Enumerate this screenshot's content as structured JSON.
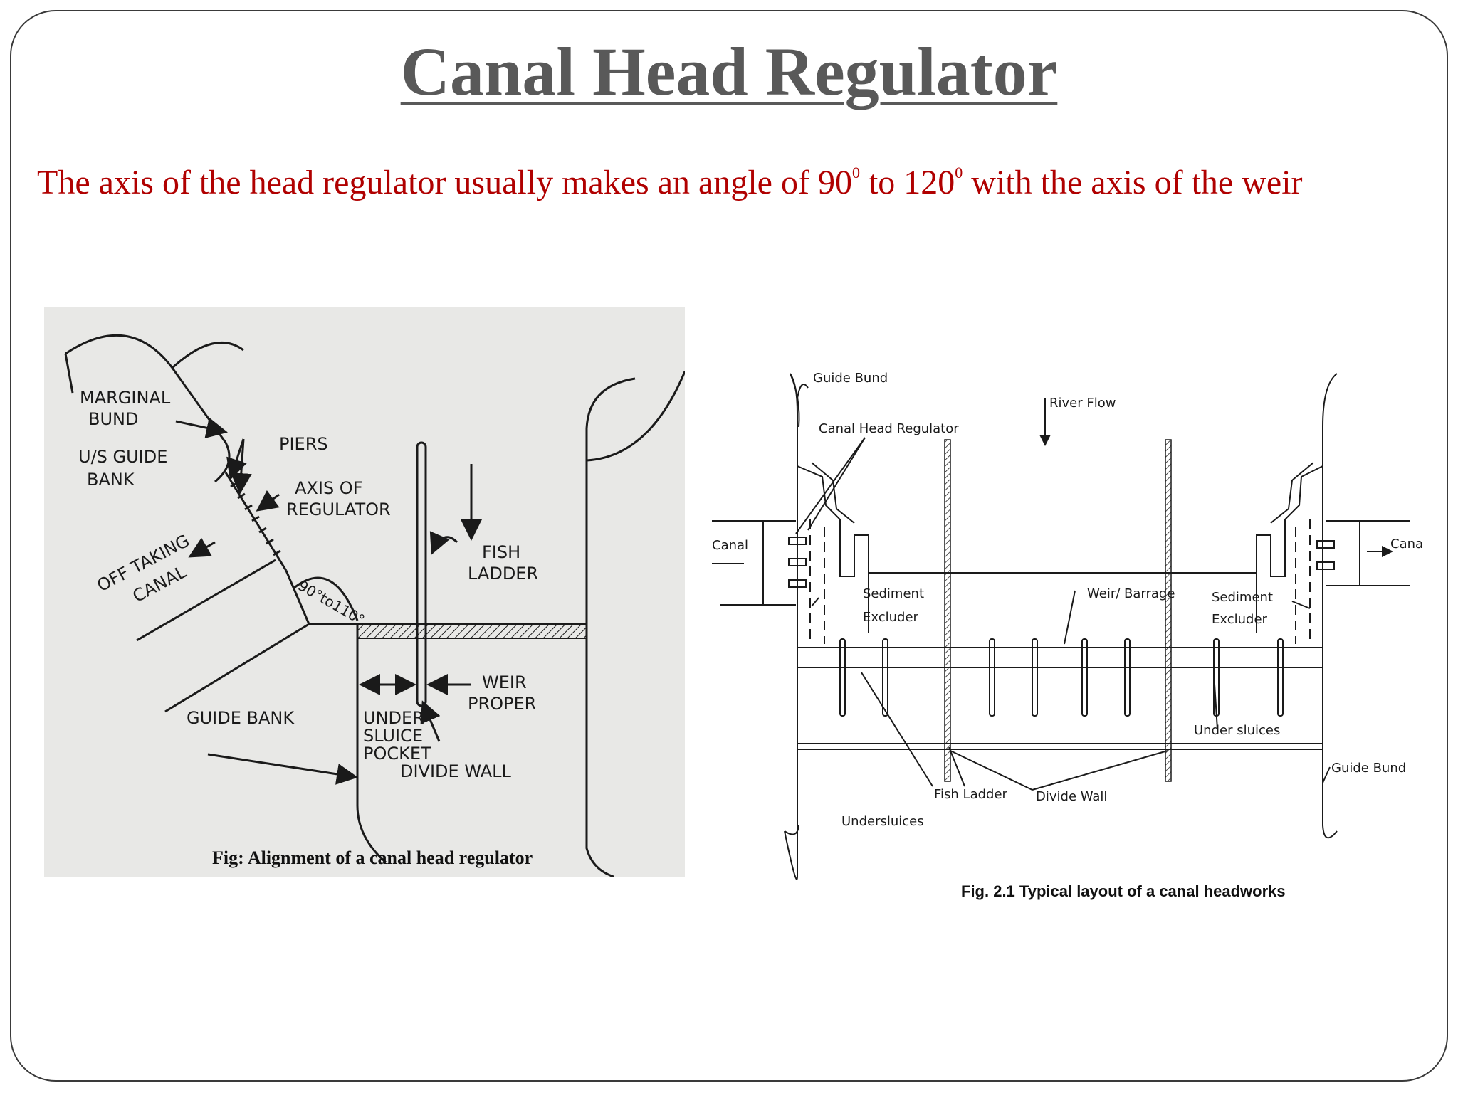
{
  "slide": {
    "title": "Canal Head Regulator",
    "subtitle_parts": {
      "a": "The axis of the head regulator usually makes an angle of 90",
      "sup1": "0",
      "b": " to 120",
      "sup2": "0",
      "c": " with the axis of the weir"
    }
  },
  "figure_left": {
    "caption": "Fig: Alignment of a canal head regulator",
    "labels": {
      "marginal_bund_1": "MARGINAL",
      "marginal_bund_2": "BUND",
      "us_guide_bank_1": "U/S GUIDE",
      "us_guide_bank_2": "BANK",
      "piers": "PIERS",
      "axis_regulator_1": "AXIS OF",
      "axis_regulator_2": "REGULATOR",
      "offtaking_canal_1": "OFF TAKING",
      "offtaking_canal_2": "CANAL",
      "angle": "90°to110°",
      "fish_ladder_1": "FISH",
      "fish_ladder_2": "LADDER",
      "weir_proper_1": "WEIR",
      "weir_proper_2": "PROPER",
      "guide_bank": "GUIDE BANK",
      "under_sluice_1": "UNDER",
      "under_sluice_2": "SLUICE",
      "under_sluice_3": "POCKET",
      "divide_wall": "DIVIDE WALL"
    }
  },
  "figure_right": {
    "caption": "Fig. 2.1 Typical layout of a canal headworks",
    "labels": {
      "guide_bund_top": "Guide Bund",
      "river_flow": "River Flow",
      "canal_head_regulator": "Canal Head Regulator",
      "canal_left": "Canal",
      "canal_right": "Canal",
      "sediment_excluder_left_1": "Sediment",
      "sediment_excluder_left_2": "Excluder",
      "weir_barrage": "Weir/ Barrage",
      "sediment_excluder_right_1": "Sediment",
      "sediment_excluder_right_2": "Excluder",
      "under_sluices": "Under sluices",
      "guide_bund_right": "Guide Bund",
      "fish_ladder": "Fish Ladder",
      "divide_wall": "Divide Wall",
      "undersluices": "Undersluices"
    }
  },
  "colors": {
    "title": "#595959",
    "subtitle": "#b00000",
    "ink": "#1a1a1a",
    "scan_bg": "#e8e8e6"
  }
}
